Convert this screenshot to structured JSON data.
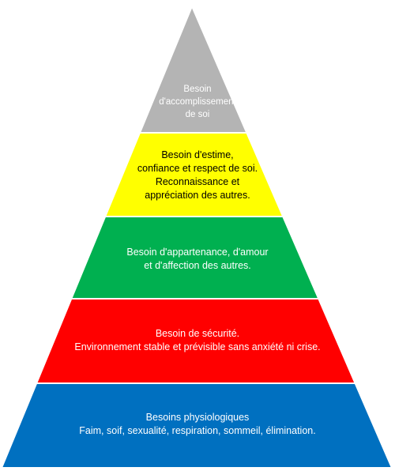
{
  "pyramid": {
    "levels": [
      {
        "name": "self-actualization",
        "color": "#b4b4b4",
        "lines": [
          "Besoin",
          "d'accomplissement",
          "de soi"
        ]
      },
      {
        "name": "esteem",
        "color": "#ffff00",
        "lines": [
          "Besoin d'estime,",
          "confiance et respect de soi.",
          "Reconnaissance et",
          "appréciation des autres."
        ]
      },
      {
        "name": "belonging",
        "color": "#00b050",
        "lines": [
          "Besoin d'appartenance, d'amour",
          "et d'affection des autres."
        ]
      },
      {
        "name": "safety",
        "color": "#ff0000",
        "lines": [
          "Besoin de sécurité.",
          "Environnement stable et prévisible sans anxiété ni crise."
        ]
      },
      {
        "name": "physiological",
        "color": "#0070c0",
        "lines": [
          "Besoins physiologiques",
          "Faim, soif, sexualité, respiration, sommeil, élimination."
        ]
      }
    ]
  }
}
